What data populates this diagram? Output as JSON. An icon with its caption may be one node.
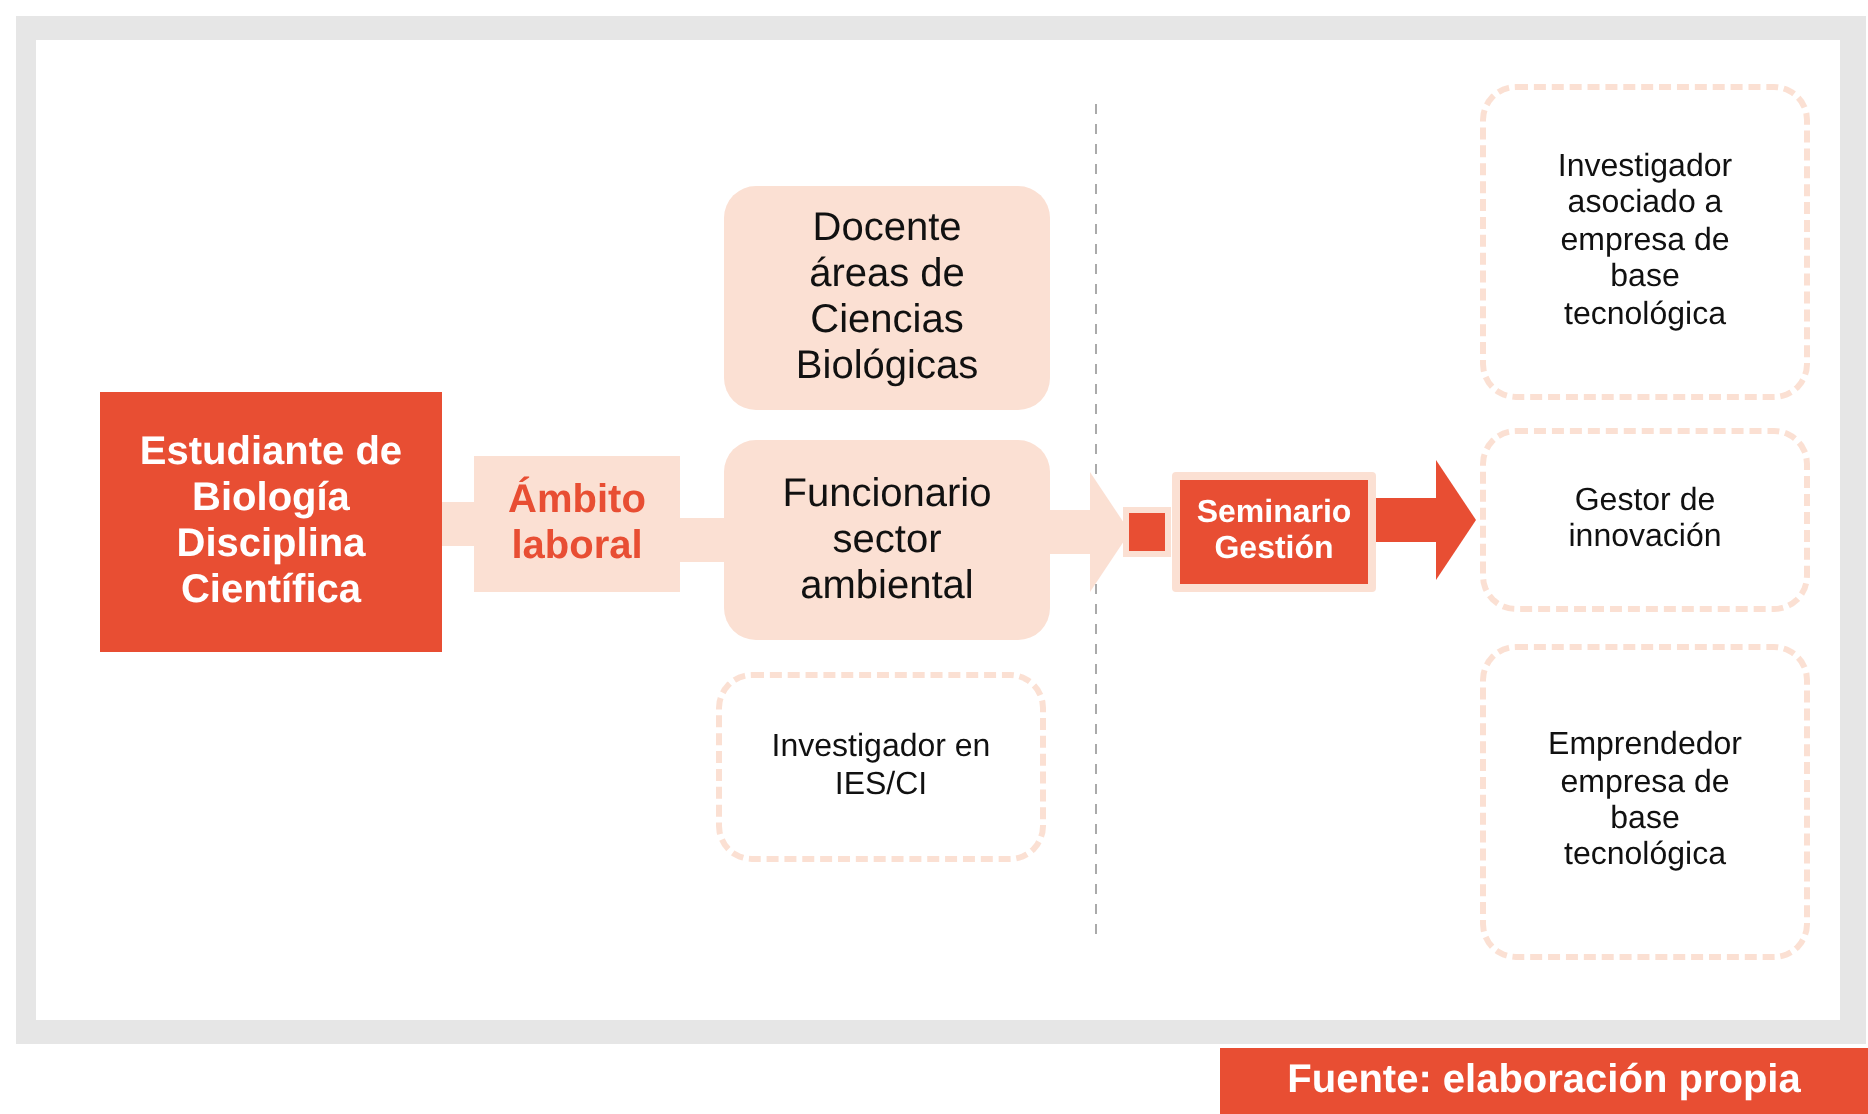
{
  "diagram": {
    "caption": "Fuente: elaboración propia",
    "nodes": [
      {
        "text": [
          "Estudiante de Biología Disciplina Científica"
        ]
      },
      {
        "text": [
          "Ámbito laboral"
        ]
      },
      {
        "text": [
          "Docente áreas de Ciencias Biológicas"
        ]
      },
      {
        "text": [
          "Funcionario sector ambiental"
        ]
      },
      {
        "text": [
          "Investigador en IES/CI"
        ]
      },
      {
        "text": [
          "Seminario Gestión"
        ]
      },
      {
        "text": [
          "Investigador asociado a empresa de base tecnológica"
        ]
      },
      {
        "text": [
          "Gestor de innovación"
        ]
      },
      {
        "text": [
          "Emprendedor empresa de base tecnológica"
        ]
      }
    ],
    "edges": [
      {
        "from": 0,
        "to": 1,
        "arrow": "none"
      },
      {
        "from": 1,
        "to": 3,
        "arrow": "none"
      },
      {
        "from": 3,
        "to": 5,
        "arrow": "to"
      },
      {
        "from": 5,
        "to": 7,
        "arrow": "to",
        "color": "#e84e33"
      }
    ]
  }
}
